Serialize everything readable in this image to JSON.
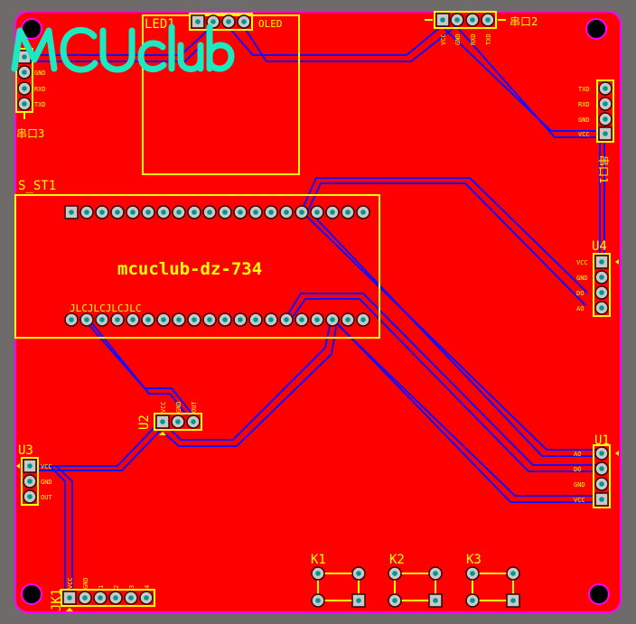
{
  "board": {
    "logo": "MCUclub",
    "title": "mcuclub-dz-734",
    "jlc_mark": "JLCJLCJLCJLC"
  },
  "components": {
    "led1": {
      "ref": "LED1",
      "name": "OLED"
    },
    "serial3": {
      "ref": "串口3",
      "pins": [
        "",
        "GND",
        "RXD",
        "TXD"
      ]
    },
    "serial2": {
      "ref": "串口2",
      "pins": [
        "VCC",
        "GND",
        "RXD",
        "TXD"
      ]
    },
    "serial1": {
      "ref": "串口1",
      "pins": [
        "TXD",
        "RXD",
        "GND",
        "VCC"
      ]
    },
    "s_st1": {
      "ref": "S_ST1"
    },
    "u4": {
      "ref": "U4",
      "pins": [
        "VCC",
        "GND",
        "DO",
        "AO"
      ]
    },
    "u1": {
      "ref": "U1",
      "pins": [
        "AO",
        "DO",
        "GND",
        "VCC"
      ]
    },
    "u3": {
      "ref": "U3",
      "pins": [
        "VCC",
        "GND",
        "OUT"
      ]
    },
    "u2": {
      "ref": "U2",
      "pins": [
        "VCC",
        "GND",
        "OUT"
      ]
    },
    "jk1": {
      "ref": "JK1",
      "pins": [
        "VCC",
        "GND",
        "1",
        "2",
        "3",
        "4"
      ]
    },
    "k1": {
      "ref": "K1"
    },
    "k2": {
      "ref": "K2"
    },
    "k3": {
      "ref": "K3"
    }
  },
  "colors": {
    "board": "#ff0000",
    "silk": "#ffff00",
    "trace": "#1010ff",
    "outline": "#ff00ff",
    "logo": "#1de9c0",
    "background": "#6f6b6b"
  }
}
